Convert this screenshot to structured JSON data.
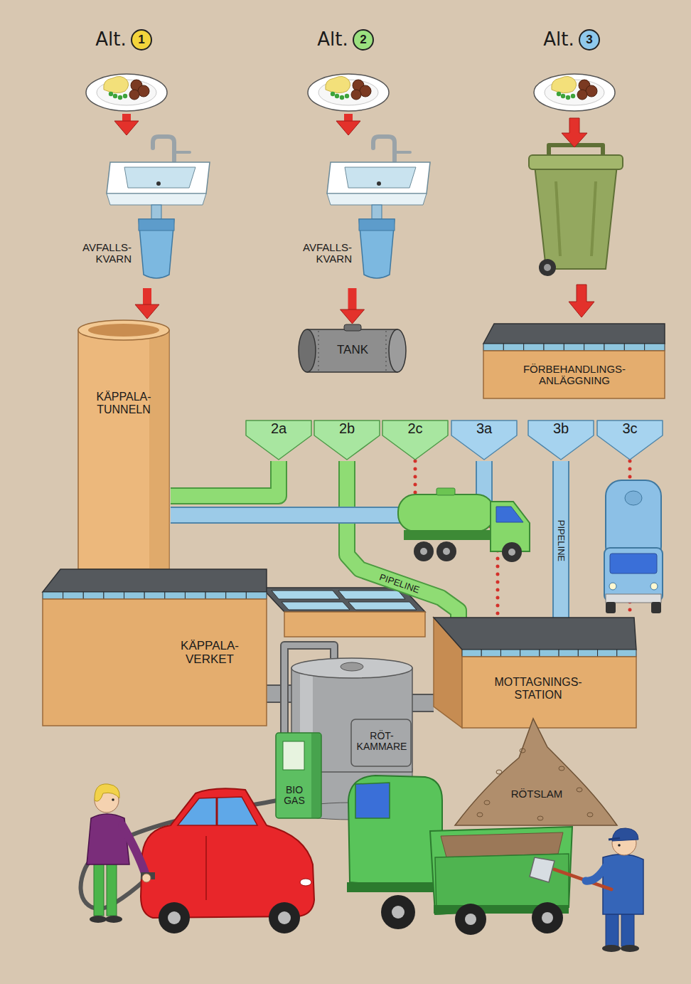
{
  "diagram": {
    "nodes": [
      {
        "text": [
          "Alt.",
          "1"
        ]
      },
      {
        "text": [
          "Alt.",
          "2"
        ]
      },
      {
        "text": [
          "Alt.",
          "3"
        ]
      },
      {
        "text": [
          "AVFALLS- KVARN"
        ]
      },
      {
        "text": [
          "AVFALLS- KVARN"
        ]
      },
      {
        "text": [
          "TANK"
        ]
      },
      {
        "text": [
          "FÖRBEHANDLINGS- ANLÄGGNING"
        ]
      },
      {
        "text": [
          "KÄPPALA- TUNNELN"
        ]
      },
      {
        "text": [
          "2a"
        ]
      },
      {
        "text": [
          "2b"
        ]
      },
      {
        "text": [
          "2c"
        ]
      },
      {
        "text": [
          "3a"
        ]
      },
      {
        "text": [
          "3b"
        ]
      },
      {
        "text": [
          "3c"
        ]
      },
      {
        "text": [
          "KÄPPALA- VERKET"
        ]
      },
      {
        "text": [
          "MOTTAGNINGS- STATION"
        ]
      },
      {
        "text": [
          "RÖT- KAMMARE"
        ]
      },
      {
        "text": [
          "BIO GAS"
        ]
      },
      {
        "text": [
          "RÖTSLAM"
        ]
      }
    ],
    "edges": [
      {
        "from": 0,
        "to": 3,
        "arrow": "to"
      },
      {
        "from": 1,
        "to": 4,
        "arrow": "to"
      },
      {
        "from": 3,
        "to": 7,
        "arrow": "to"
      },
      {
        "from": 4,
        "to": 5,
        "arrow": "to"
      },
      {
        "from": 8,
        "to": 7,
        "arrow": "none"
      },
      {
        "from": 9,
        "to": 15,
        "label": "PIPELINE",
        "arrow": "none"
      },
      {
        "from": 10,
        "to": 15,
        "arrow": "none"
      },
      {
        "from": 11,
        "to": 7,
        "arrow": "none"
      },
      {
        "from": 12,
        "to": 15,
        "label": "PIPELINE",
        "arrow": "none"
      },
      {
        "from": 13,
        "to": 15,
        "arrow": "none"
      },
      {
        "from": 14,
        "to": 16,
        "arrow": "none"
      },
      {
        "from": 15,
        "to": 16,
        "arrow": "none"
      },
      {
        "from": 16,
        "to": 17,
        "arrow": "none"
      }
    ]
  }
}
